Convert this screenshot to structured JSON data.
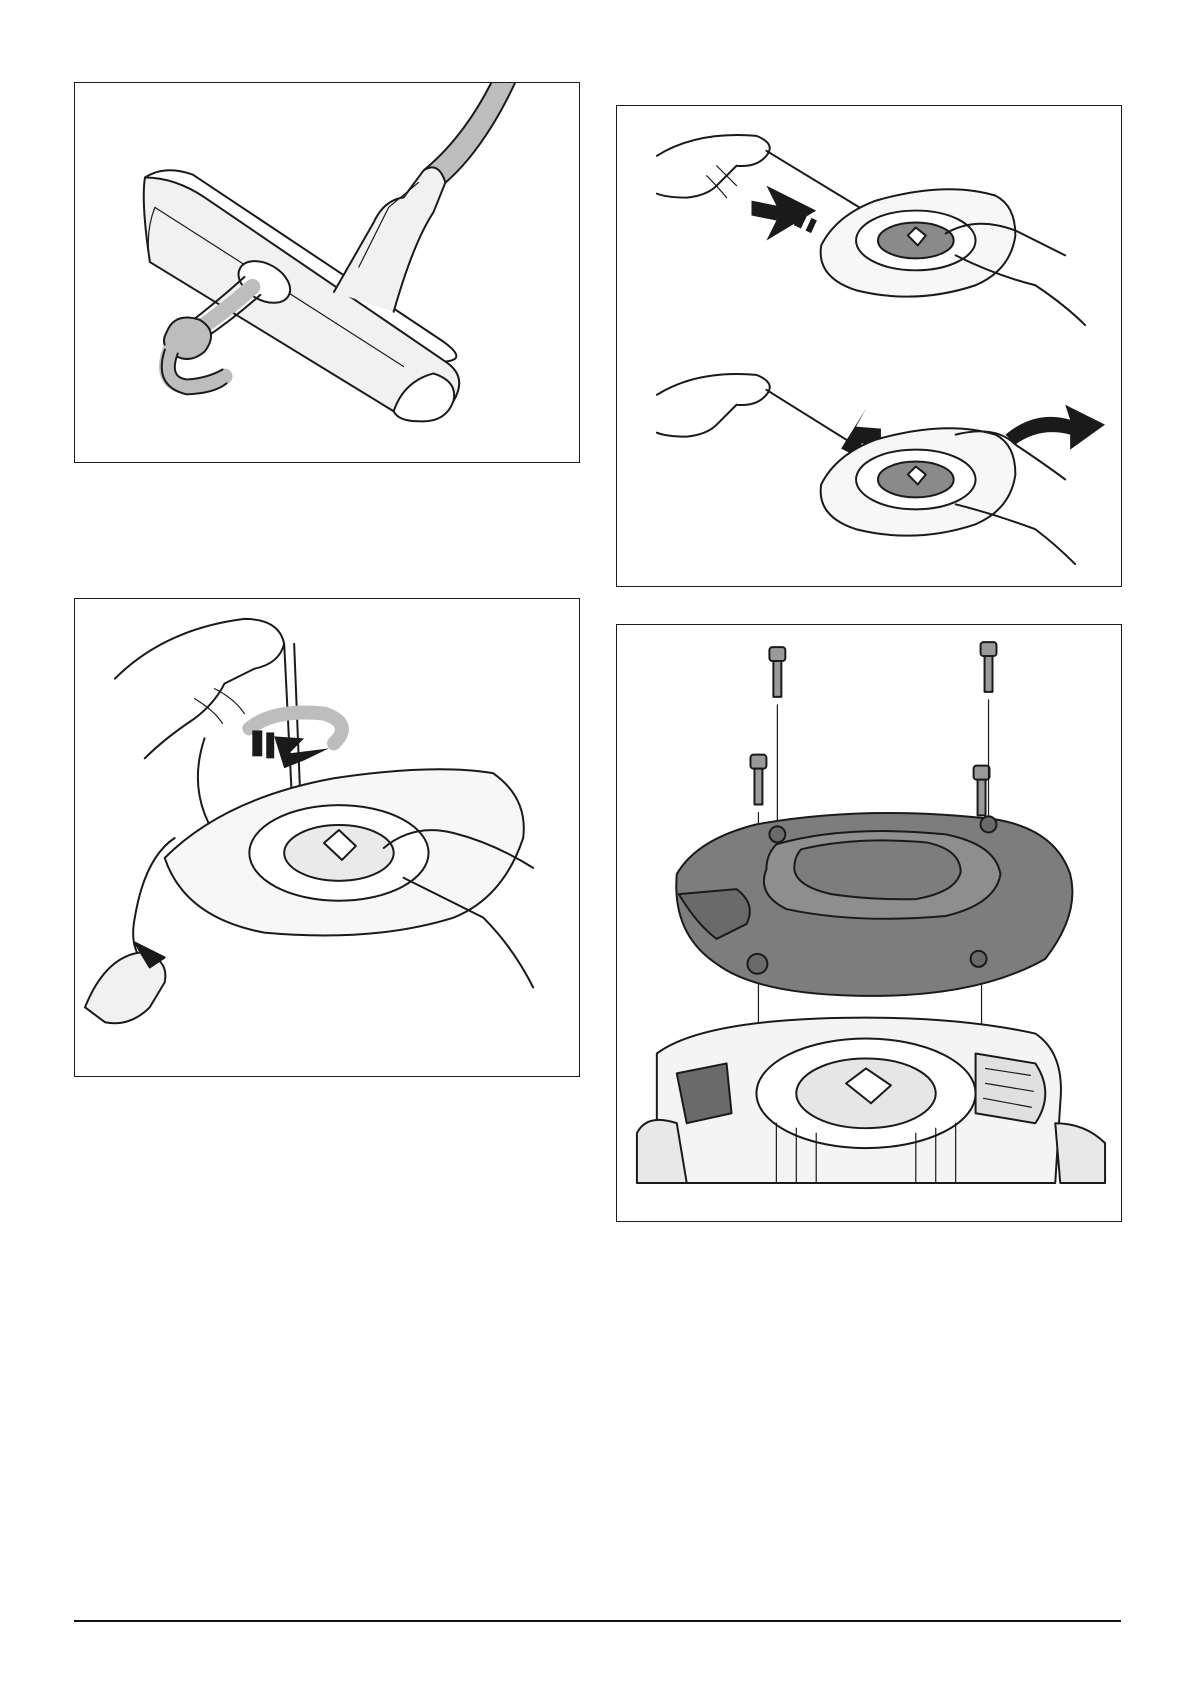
{
  "page": {
    "figures": [
      {
        "id": "fig1",
        "icon": "t-handle-knot-illustration"
      },
      {
        "id": "fig2",
        "icon": "recoil-rope-pull-illustration"
      },
      {
        "id": "fig3",
        "icon": "recoil-spring-tension-illustration"
      },
      {
        "id": "fig4",
        "icon": "starter-cover-screws-illustration"
      }
    ],
    "colors": {
      "line": "#1a1a1a",
      "cover_fill": "#7d7d7d",
      "arrow_fill": "#1a1a1a",
      "paper": "#ffffff"
    }
  }
}
